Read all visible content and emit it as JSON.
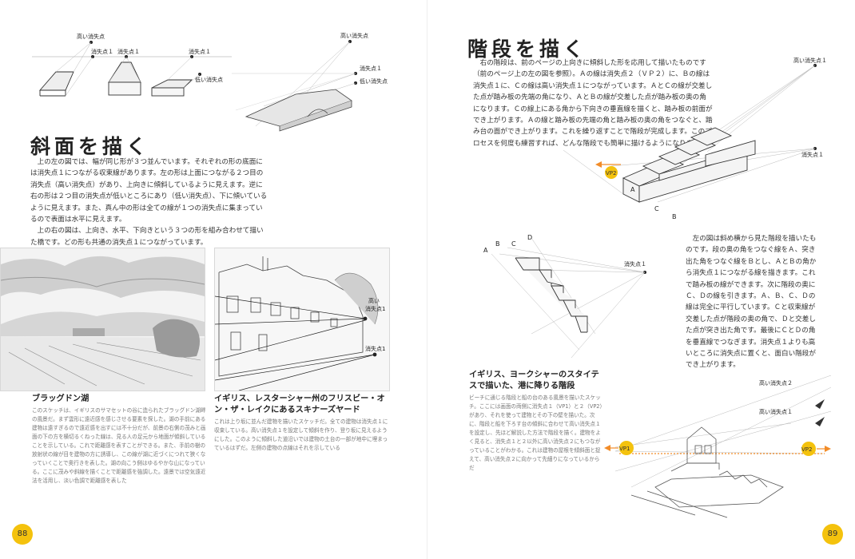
{
  "left_page": {
    "page_number": "88",
    "diagram_labels": {
      "high_vp": "高い消失点",
      "vp1_a": "消失点１",
      "vp1_b": "消失点１",
      "vp1_c": "消失点１",
      "low_vp": "低い消失点",
      "r_high_vp": "高い消失点",
      "r_vp1": "消失点１",
      "r_low_vp": "低い消失点"
    },
    "section_title": "斜面を描く",
    "paragraphs": [
      "上の左の図では、幅が同じ形が３つ並んでいます。それぞれの形の底面には消失点１につながる収束線があります。左の形は上面につながる２つ目の消失点（高い消失点）があり、上向きに傾斜しているように見えます。逆に右の形は２つ目の消失点が低いところにあり（低い消失点）、下に傾いているように見えます。また、真ん中の形は全ての線が１つの消失点に集まっているので表面は水平に見えます。",
      "上の右の図は、上向き、水平、下向きという３つの形を組み合わせて描いた橋です。どの形も共通の消失点１につながっています。"
    ],
    "photo2_labels": {
      "high_vp_a": "高い",
      "high_vp_b": "消失点1",
      "vp1": "消失点1"
    },
    "captions": [
      {
        "title": "ブラッグドン湖",
        "body": "このスケッチは、イギリスのサマセットの谷に造られたブラッグドン湖畔の風景だ。まず雲形に遠近感を感じさせる要素を探した。湖の手前にある建物は遠すぎるので遠近感を出すには不十分だが、前景の右側の茂みと画面の下の方を横切るくねった線は、見る人の足元から地面が傾斜していることを示している。これで距離感を表すことができる。また、手前の樹の放射状の線が目を建物の方に誘導し、この線が湖に近づくにつれて狭くなっていくことで奥行きを表した。湖の向こう側はゆるやかな山になっている。ここに茂みや斜線を描くことで距離感を強調した。遠景では空気遠近法を活用し、淡い色調で距離感を表した"
      },
      {
        "title": "イギリス、レスターシャー州のフリスビー・オン・ザ・レイクにあるスキナーズヤード",
        "body": "これは上り坂に並んだ建物を描いたスケッチだ。全ての建物は消失点１に収束している。高い消失点１を設定して傾斜を作り、登り坂に見えるようにした。このように傾斜した道沿いでは建物の土台の一部が地中に埋まっているはずだ。左側の建物の点線はそれを示している"
      }
    ]
  },
  "right_page": {
    "page_number": "89",
    "section_title": "階段を描く",
    "paragraph": "右の階段は、前のページの上向きに傾斜した形を応用して描いたものです（前のページ上の左の図を参照）。Ａの線は消失点２（ＶＰ２）に、Ｂの線は消失点１に、Ｃの線は高い消失点１につながっています。ＡとＣの線が交差した点が踏み板の先端の角になり、ＡとＢの線が交差した点が踏み板の奥の角になります。Ｃの線上にある角から下向きの垂直線を描くと、踏み板の前面ができ上がります。Ａの線と踏み板の先端の角と踏み板の奥の角をつなぐと、踏み台の面ができ上がります。これを繰り返すことで階段が完成します。このプロセスを何度も練習すれば、どんな階段でも簡単に描けるようになります。",
    "stair1_labels": {
      "high_vp1": "高い消失点１",
      "vp1": "消失点１",
      "vp2": "VP2",
      "a": "A",
      "b": "B",
      "c": "C"
    },
    "stair2_labels": {
      "a": "A",
      "b": "B",
      "c": "C",
      "d": "D",
      "vp1": "消失点１"
    },
    "paragraph2": "左の図は斜め横から見た階段を描いたものです。段の奥の角をつなぐ線をＡ、突き出た角をつなぐ線をＢとし、ＡとＢの角から消失点１につながる線を描きます。これで踏み板の線ができます。次に階段の奥にＣ、Ｄの線を引きます。Ａ、Ｂ、Ｃ、Ｄの線は完全に平行しています。Ｃと収束線が交差した点が階段の奥の角で、Ｄと交差した点が突き出た角です。最後にＣとＤの角を垂直線でつなぎます。消失点１よりも高いところに消失点に置くと、面白い階段ができ上がります。",
    "caption": {
      "title": "イギリス、ヨークシャーのスタイテスで描いた、港に降りる階段",
      "body": "ビーチに通じる階段と船の台のある風景を描いたスケッチ。ここには画面の両側に消失点１（VP1）と２（VP2）があり、それを使って建物とその下の壁を描いた。次に、階段と船を下ろす台の傾斜に合わせて高い消失点１を設定し、先ほど解説した方法で階段を描く。建物をよく見ると、消失点１と２以外に高い消失点２にもつながっていることがわかる。これは建物の屋根を傾斜面と捉えて、高い消失点２に向かって先細りになっているからだ"
    },
    "sketch_labels": {
      "high_vp2": "高い消失点２",
      "high_vp1": "高い消失点１",
      "vp1": "VP1",
      "vp2": "VP2"
    },
    "colors": {
      "accent_orange": "#f28c28",
      "page_number_yellow": "#f4c20d"
    }
  }
}
